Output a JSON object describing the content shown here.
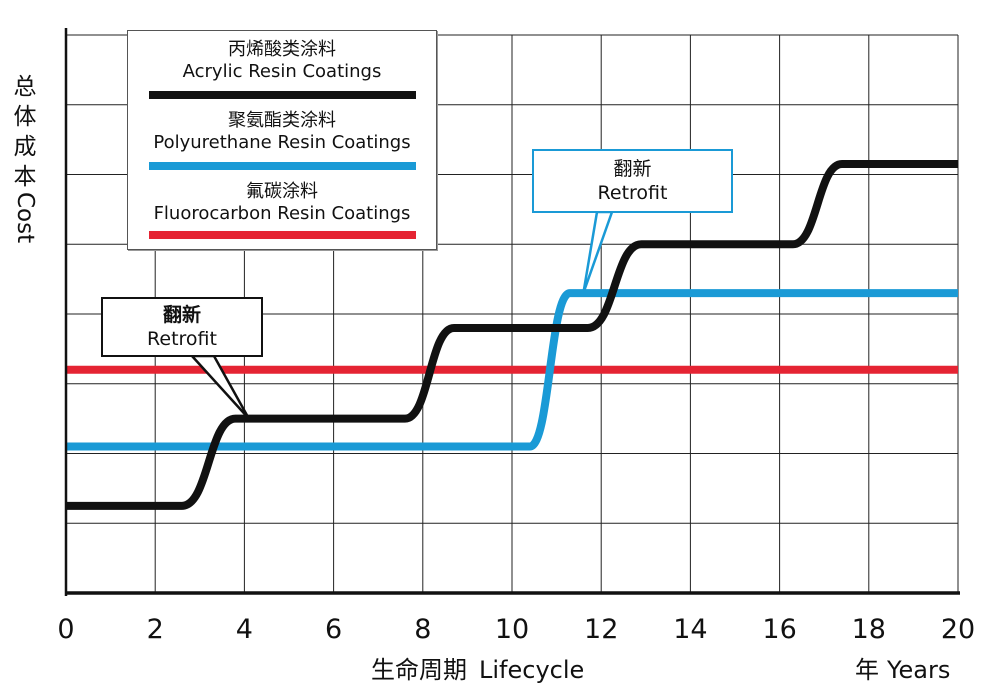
{
  "chart_data": {
    "type": "line",
    "xlabel_cn": "生命周期",
    "xlabel_en": "Lifecycle",
    "xunit_cn": "年",
    "xunit_en": "Years",
    "ylabel_cn": "总体成本",
    "ylabel_en": "Cost",
    "xlim": [
      0,
      20
    ],
    "ylim": [
      0,
      8
    ],
    "x_ticks": [
      "0",
      "2",
      "4",
      "6",
      "8",
      "10",
      "12",
      "14",
      "16",
      "18",
      "20"
    ],
    "grid": true,
    "legend_position": "top-left",
    "series": [
      {
        "name_cn": "丙烯酸类涂料",
        "name_en": "Acrylic Resin Coatings",
        "color": "#111111",
        "points": [
          [
            0,
            1.25
          ],
          [
            2.6,
            1.25
          ],
          [
            3.8,
            2.5
          ],
          [
            7.6,
            2.5
          ],
          [
            8.7,
            3.8
          ],
          [
            11.7,
            3.8
          ],
          [
            12.9,
            5.0
          ],
          [
            16.3,
            5.0
          ],
          [
            17.4,
            6.15
          ],
          [
            20,
            6.15
          ]
        ]
      },
      {
        "name_cn": "聚氨酯类涂料",
        "name_en": "Polyurethane Resin Coatings",
        "color": "#1a9ad6",
        "points": [
          [
            0,
            2.1
          ],
          [
            10.4,
            2.1
          ],
          [
            11.3,
            4.3
          ],
          [
            20,
            4.3
          ]
        ]
      },
      {
        "name_cn": "氟碳涂料",
        "name_en": "Fluorocarbon Resin Coatings",
        "color": "#e52433",
        "points": [
          [
            0,
            3.2
          ],
          [
            20,
            3.2
          ]
        ]
      }
    ],
    "annotations": [
      {
        "text_cn": "翻新",
        "text_en": "Retrofit",
        "target": [
          4.1,
          2.5
        ],
        "border_color": "#111111"
      },
      {
        "text_cn": "翻新",
        "text_en": "Retrofit",
        "target": [
          11.6,
          4.3
        ],
        "border_color": "#1a9ad6"
      }
    ]
  }
}
